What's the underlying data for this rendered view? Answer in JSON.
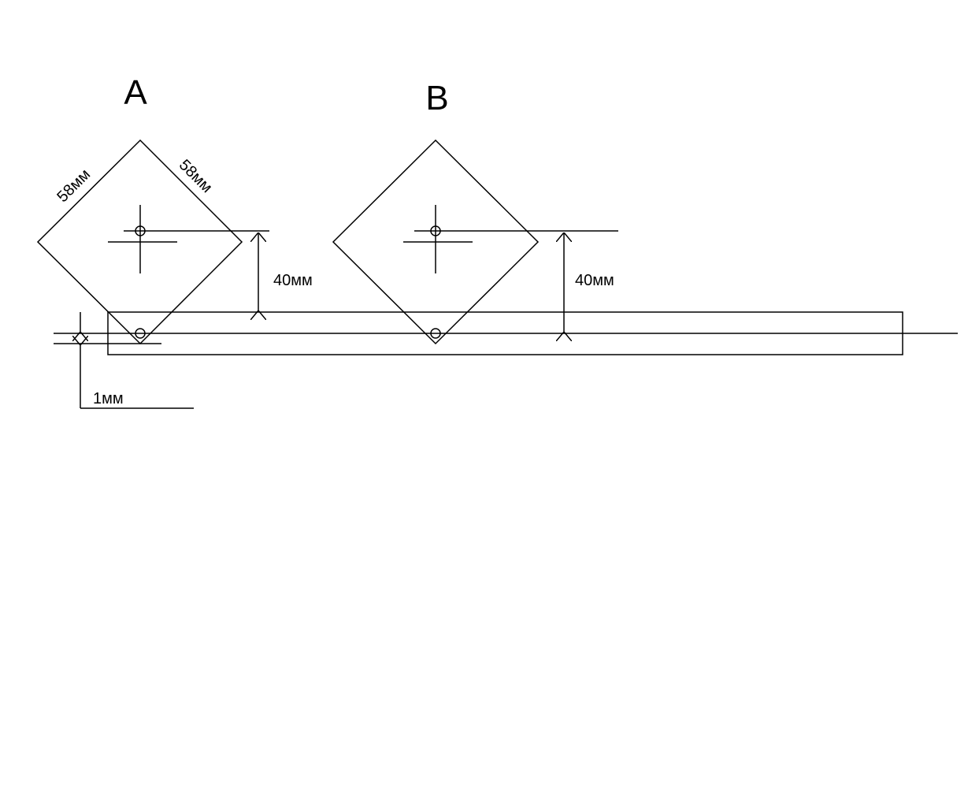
{
  "labels": {
    "a": "A",
    "b": "B"
  },
  "dimensions": {
    "side_left": "58мм",
    "side_right": "58мм",
    "height_a": "40мм",
    "height_b": "40мм",
    "offset": "1мм"
  }
}
